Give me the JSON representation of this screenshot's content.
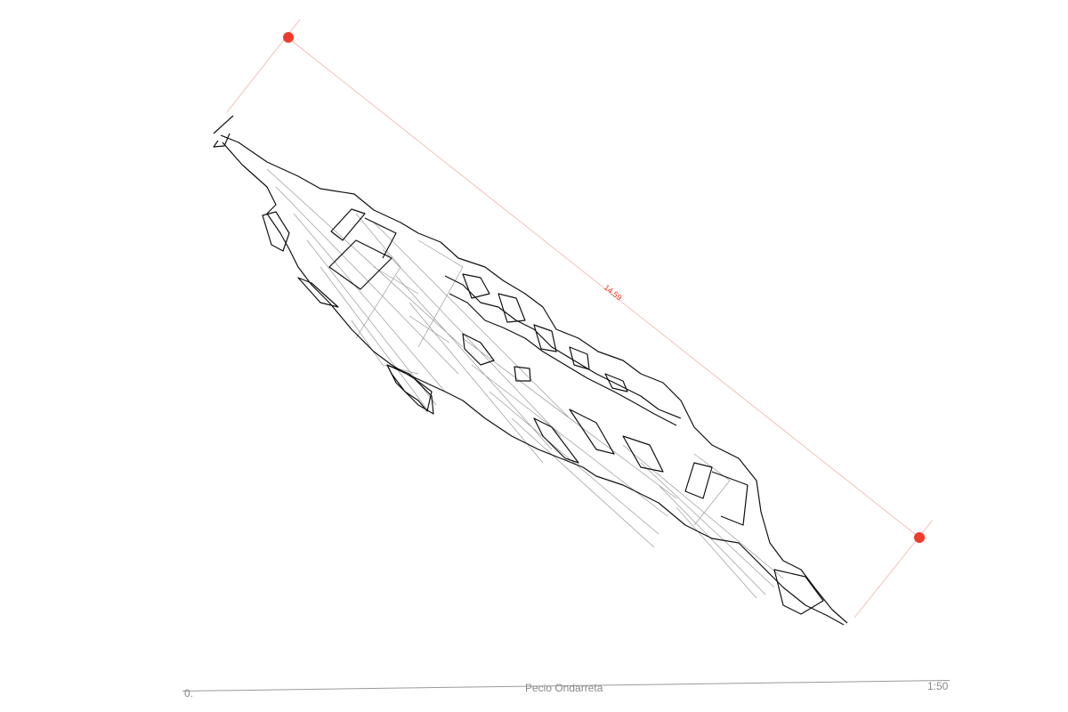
{
  "dimension": {
    "label": "14,59",
    "endpoint_color": "#ef3b2c",
    "line_color": "#f2b3ab"
  },
  "title_block": {
    "number": "0.",
    "title": "Pecio Ondarreta",
    "scale": "1:50"
  },
  "colors": {
    "outline": "#111111",
    "planking": "#9a9a9a",
    "title_text": "#8a8a8a"
  }
}
